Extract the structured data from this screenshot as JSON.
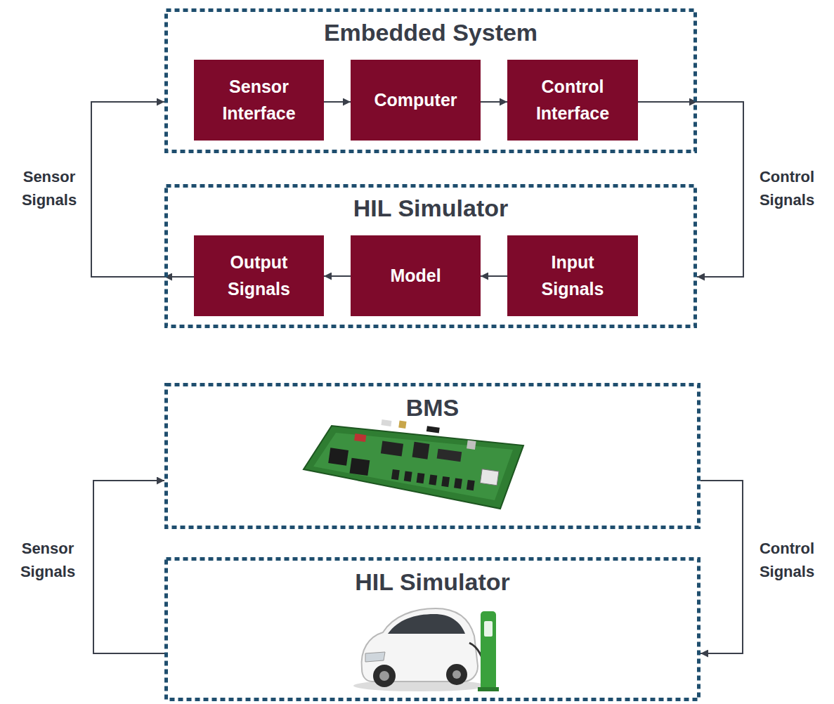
{
  "diagram": {
    "nodes": [
      {
        "text": [
          "Embedded System"
        ]
      },
      {
        "text": [
          "Sensor Interface"
        ],
        "in": 0
      },
      {
        "text": [
          "Computer"
        ],
        "in": 0
      },
      {
        "text": [
          "Control Interface"
        ],
        "in": 0
      },
      {
        "text": [
          "HIL Simulator"
        ]
      },
      {
        "text": [
          "Output Signals"
        ],
        "in": 4
      },
      {
        "text": [
          "Model"
        ],
        "in": 4
      },
      {
        "text": [
          "Input Signals"
        ],
        "in": 4
      },
      {
        "text": [
          "BMS"
        ]
      },
      {
        "text": [
          "HIL Simulator"
        ]
      }
    ],
    "edges": [
      {
        "from": 1,
        "to": 2,
        "arrow": "to"
      },
      {
        "from": 2,
        "to": 3,
        "arrow": "to"
      },
      {
        "from": 3,
        "to": 0,
        "arrow": "to"
      },
      {
        "from": 0,
        "to": 4,
        "label": "Control Signals",
        "arrow": "to"
      },
      {
        "from": 7,
        "to": 6,
        "arrow": "to"
      },
      {
        "from": 6,
        "to": 5,
        "arrow": "to"
      },
      {
        "from": 5,
        "to": 4,
        "arrow": "to"
      },
      {
        "from": 4,
        "to": 0,
        "label": "Sensor Signals",
        "arrow": "to"
      },
      {
        "from": 8,
        "to": 9,
        "label": "Control Signals",
        "arrow": "to"
      },
      {
        "from": 9,
        "to": 8,
        "label": "Sensor Signals",
        "arrow": "to"
      }
    ]
  }
}
